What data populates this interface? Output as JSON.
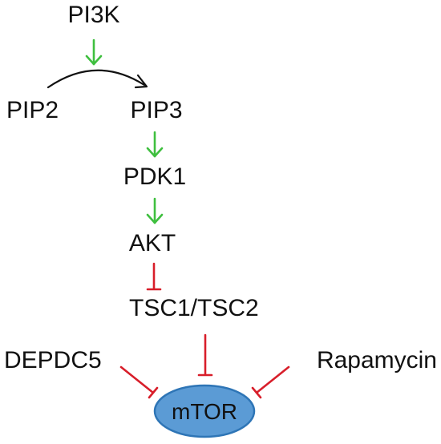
{
  "nodes": {
    "pi3k": "PI3K",
    "pip2": "PIP2",
    "pip3": "PIP3",
    "pdk1": "PDK1",
    "akt": "AKT",
    "tsc": "TSC1/TSC2",
    "depdc5": "DEPDC5",
    "rapamycin": "Rapamycin",
    "mtor": "mTOR"
  },
  "colors": {
    "activation": "#3fbf3f",
    "inhibition": "#d81e2a",
    "conversion": "#111111",
    "mtor_fill": "#5b9bd5",
    "mtor_border": "#2e75b6"
  },
  "edges": [
    {
      "from": "PI3K",
      "to": "PIP2→PIP3",
      "type": "activation"
    },
    {
      "from": "PIP2",
      "to": "PIP3",
      "type": "conversion"
    },
    {
      "from": "PIP3",
      "to": "PDK1",
      "type": "activation"
    },
    {
      "from": "PDK1",
      "to": "AKT",
      "type": "activation"
    },
    {
      "from": "AKT",
      "to": "TSC1/TSC2",
      "type": "inhibition"
    },
    {
      "from": "TSC1/TSC2",
      "to": "mTOR",
      "type": "inhibition"
    },
    {
      "from": "DEPDC5",
      "to": "mTOR",
      "type": "inhibition"
    },
    {
      "from": "Rapamycin",
      "to": "mTOR",
      "type": "inhibition"
    }
  ]
}
